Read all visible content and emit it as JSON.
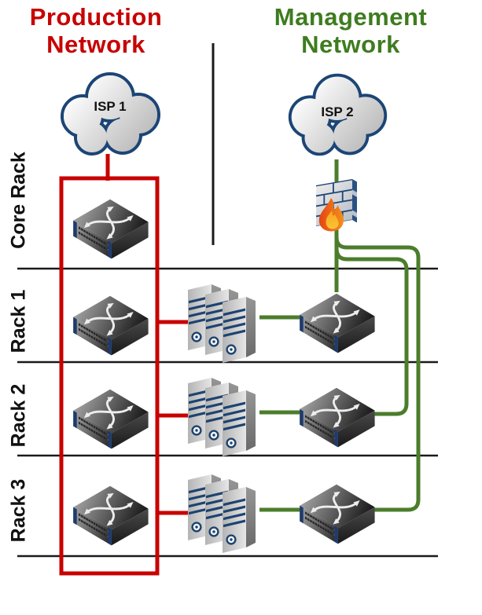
{
  "production": {
    "title": "Production Network",
    "isp_label": "ISP 1"
  },
  "management": {
    "title": "Management Network",
    "isp_label": "ISP 2"
  },
  "rack_labels": [
    {
      "label": "Core Rack"
    },
    {
      "label": "Rack 1"
    },
    {
      "label": "Rack 2"
    },
    {
      "label": "Rack 3"
    }
  ],
  "colors": {
    "production_red": "#c80000",
    "management_green": "#4b7d2b",
    "title_green": "#3e7c1f",
    "divider_black": "#1a1a1a",
    "outline_navy": "#1b4576"
  },
  "icons": {
    "cloud": "isp-cloud-icon",
    "switch": "network-switch-icon",
    "server": "server-stack-icon",
    "firewall": "firewall-icon"
  }
}
